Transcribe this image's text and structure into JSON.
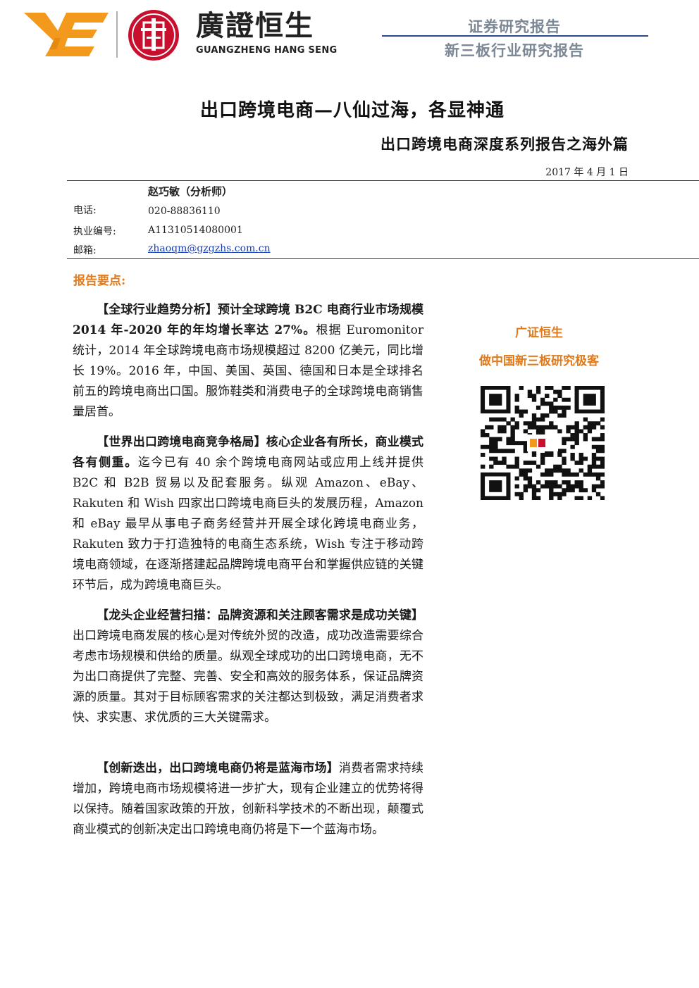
{
  "header": {
    "logo_cn": "廣證恒生",
    "logo_en": "GUANGZHENG HANG SENG",
    "report_category": "证券研究报告",
    "report_type": "新三板行业研究报告"
  },
  "report": {
    "title": "出口跨境电商—八仙过海，各显神通",
    "subtitle": "出口跨境电商深度系列报告之海外篇",
    "date": "2017 年 4 月 1 日"
  },
  "analyst": {
    "name": "赵巧敏（分析师）",
    "phone_label": "电话:",
    "phone": "020-88836110",
    "license_label": "执业编号:",
    "license": "A1131051408000​1",
    "email_label": "邮箱:",
    "email": "zhaoqm@gzgzhs.com.cn"
  },
  "key_points_label": "报告要点:",
  "paragraphs": [
    {
      "lead": "【全球行业趋势分析】预计全球跨境 B2C 电商行业市场规模 2014 年-2020 年的年均增长率达 27%。",
      "body": "根据 Euromonitor 统计，2014 年全球跨境电商市场规模超过 8200 亿美元，同比增长 19%。2016 年，中国、美国、英国、德国和日本是全球排名前五的跨境电商出口国。服饰鞋类和消费电子的全球跨境电商销售量居首。"
    },
    {
      "lead": "【世界出口跨境电商竞争格局】核心企业各有所长，商业模式各有侧重。",
      "body": "迄今已有 40 余个跨境电商网站或应用上线并提供 B2C 和 B2B 贸易以及配套服务。纵观 Amazon、eBay、Rakuten 和 Wish 四家出口跨境电商巨头的发展历程，Amazon 和 eBay 最早从事电子商务经营并开展全球化跨境电商业务，Rakuten 致力于打造独特的电商生态系统，Wish 专注于移动跨境电商领域，在逐渐搭建起品牌跨境电商平台和掌握供应链的关键环节后，成为跨境电商巨头。"
    },
    {
      "lead": "【龙头企业经营扫描：品牌资源和关注顾客需求是成功关键】",
      "body": "出口跨境电商发展的核心是对传统外贸的改造，成功改造需要综合考虑市场规模和供给的质量。纵观全球成功的出口跨境电商，无不为出口商提供了完整、完善、安全和高效的服务体系，保证品牌资源的质量。其对于目标顾客需求的关注都达到极致，满足消费者求快、求实惠、求优质的三大关键需求。"
    },
    {
      "lead": "【创新迭出，出口跨境电商仍将是蓝海市场】",
      "body": "消费者需求持续增加，跨境电商市场规模将进一步扩大，现有企业建立的优势将得以保持。随着国家政策的开放，创新科学技术的不断出现，颠覆式商业模式的创新决定出口跨境电商仍将是下一个蓝海市场。"
    }
  ],
  "sidebar": {
    "brand": "广证恒生",
    "slogan": "做中国新三板研究极客"
  },
  "colors": {
    "accent_orange": "#e07a1a",
    "header_gray": "#7d8896",
    "rule_blue": "#2a4a8a",
    "logo_red": "#c8102e",
    "logo_orange": "#f39a1e"
  }
}
